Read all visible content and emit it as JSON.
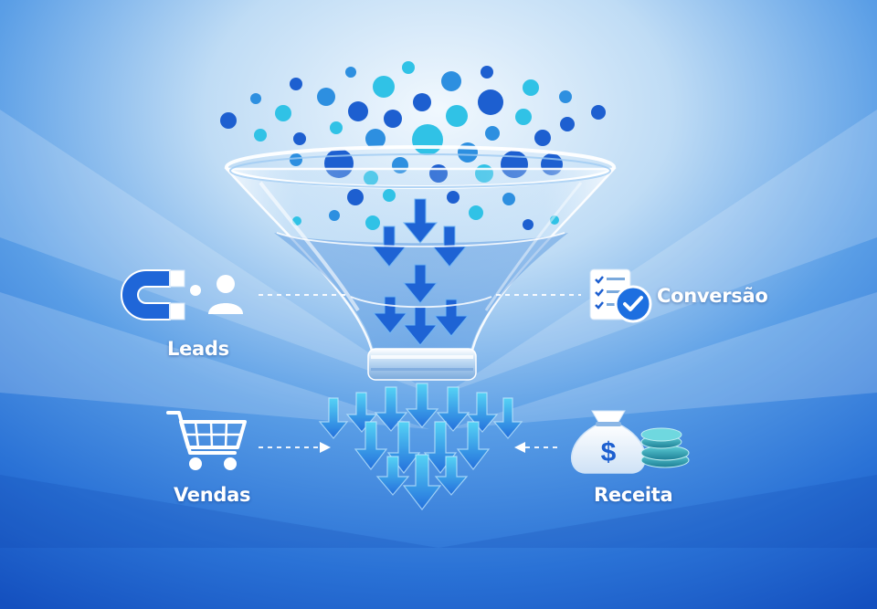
{
  "labels": {
    "leads": "Leads",
    "conversion": "Conversão",
    "sales": "Vendas",
    "revenue": "Receita"
  },
  "icons": {
    "leads": [
      "magnet-icon",
      "user-icon"
    ],
    "conversion": [
      "checklist-icon",
      "check-circle-icon"
    ],
    "sales": [
      "shopping-cart-icon"
    ],
    "revenue": [
      "money-bag-icon",
      "dollar-sign-icon",
      "coin-stack-icon"
    ]
  },
  "colors": {
    "background_light": "#dfeefa",
    "background_dark": "#1655c4",
    "dot_dark_blue": "#1d5fd0",
    "dot_mid_blue": "#2d8fe0",
    "dot_cyan": "#30c2e6",
    "arrow_blue": "#2a7fe2",
    "arrow_cyan": "#3ec4ef",
    "check_blue": "#1d6fe0",
    "coin_teal": "#2f9aa6"
  }
}
